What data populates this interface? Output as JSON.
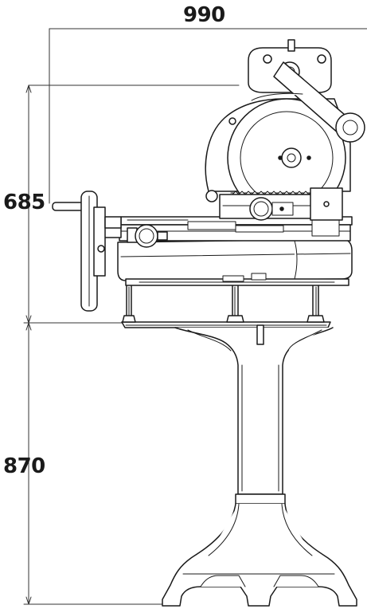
{
  "dimensions": {
    "width": "990",
    "upper_height": "685",
    "lower_height": "870"
  },
  "colors": {
    "line": "#1a1a1a",
    "fill": "#ffffff",
    "dim_line": "#333333"
  }
}
